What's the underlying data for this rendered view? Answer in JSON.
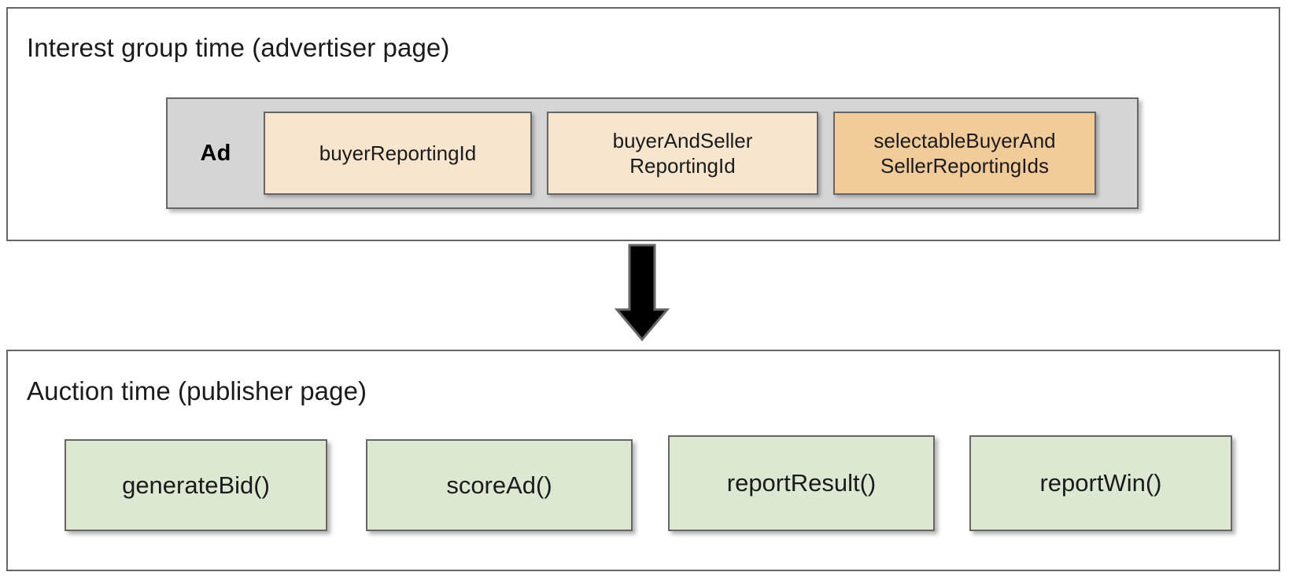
{
  "diagram": {
    "title_bar_color": "#666666",
    "sections": [
      {
        "id": "advertiser",
        "title": "Interest group time (advertiser page)",
        "group": {
          "label": "Ad",
          "background": "#d5d5d5",
          "items": [
            {
              "label": "buyerReportingId",
              "color": "#f7e5ce",
              "tone": "light"
            },
            {
              "label": "buyerAndSeller\nReportingId",
              "line1": "buyerAndSeller",
              "line2": "ReportingId",
              "color": "#f7e5ce",
              "tone": "light"
            },
            {
              "label": "selectableBuyerAnd\nSellerReportingIds",
              "line1": "selectableBuyerAnd",
              "line2": "SellerReportingIds",
              "color": "#f2cb9b",
              "tone": "dark"
            }
          ]
        }
      },
      {
        "id": "publisher",
        "title": "Auction time (publisher page)",
        "functions": [
          {
            "label": "generateBid()",
            "color": "#dce8d2"
          },
          {
            "label": "scoreAd()",
            "color": "#dce8d2"
          },
          {
            "label": "reportResult()",
            "color": "#dce8d2"
          },
          {
            "label": "reportWin()",
            "color": "#dce8d2"
          }
        ]
      }
    ],
    "connector": {
      "name": "down-arrow",
      "direction": "down",
      "color": "#000000",
      "outline": "#666666"
    }
  }
}
